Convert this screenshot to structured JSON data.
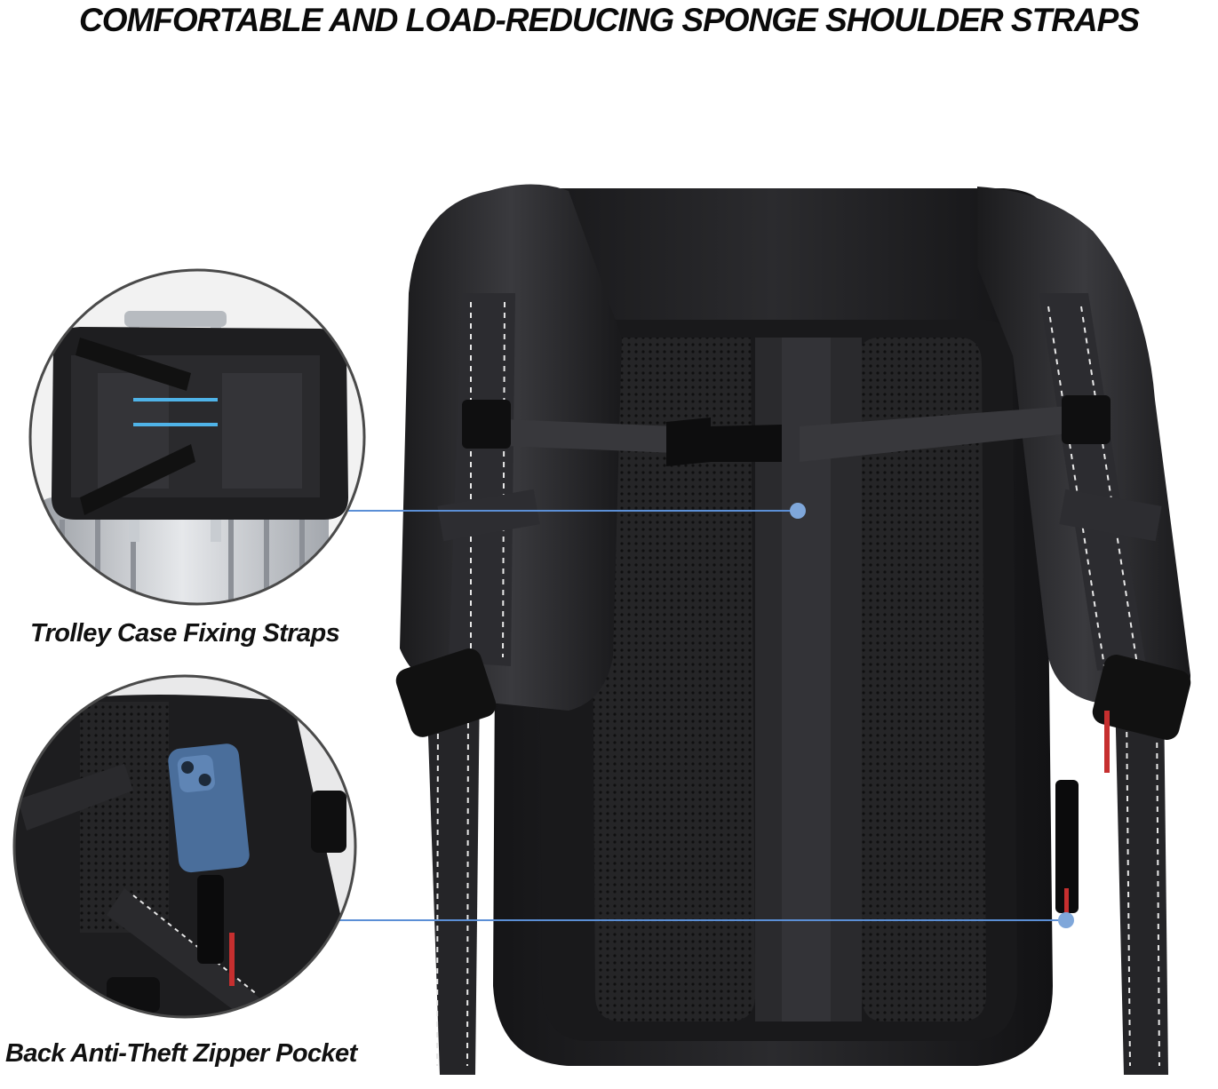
{
  "headline": "COMFORTABLE AND LOAD-REDUCING SPONGE SHOULDER STRAPS",
  "callouts": [
    {
      "label": "Trolley Case Fixing Straps"
    },
    {
      "label": "Back Anti-Theft Zipper Pocket"
    }
  ],
  "colors": {
    "background": "#ffffff",
    "text": "#111111",
    "callout_line": "#5b8fd6",
    "backpack": "#1c1c1e"
  }
}
